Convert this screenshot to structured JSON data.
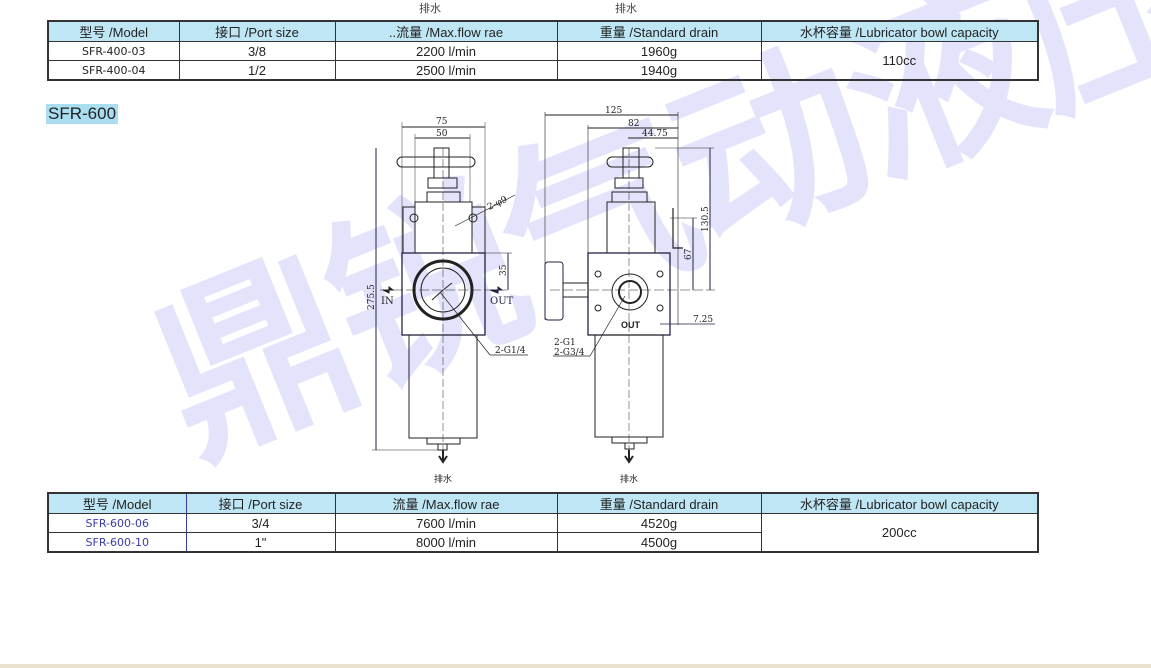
{
  "top_captions": [
    "排水",
    "排水"
  ],
  "headers": [
    "型号 /Model",
    "接口 /Port size",
    "..流量 /Max.flow rae",
    "重量 /Standard drain",
    "水杯容量 /Lubricator bowl capacity"
  ],
  "headers2": [
    "型号 /Model",
    "接口 /Port size",
    "流量 /Max.flow rae",
    "重量 /Standard drain",
    "水杯容量 /Lubricator bowl capacity"
  ],
  "table_400": {
    "rows": [
      [
        "SFR-400-03",
        "3/8",
        "2200 l/min",
        "1960g"
      ],
      [
        "SFR-400-04",
        "1/2",
        "2500 l/min",
        "1940g"
      ]
    ],
    "capacity": "110cc"
  },
  "section_title": "SFR-600",
  "drawing": {
    "dims_left": [
      "75",
      "50",
      "275.5",
      "35",
      "2-φ9",
      "2-G1/4"
    ],
    "in": "IN",
    "out": "OUT",
    "dims_right": [
      "125",
      "82",
      "44.75",
      "130.5",
      "67",
      "7.25",
      "2-G1",
      "2-G3/4"
    ],
    "out_label": "OUT",
    "drain": [
      "排水",
      "排水"
    ]
  },
  "table_600": {
    "rows": [
      [
        "SFR-600-06",
        "3/4",
        "7600 l/min",
        "4520g"
      ],
      [
        "SFR-600-10",
        "1\"",
        "8000 l/min",
        "4500g"
      ]
    ],
    "capacity": "200cc"
  },
  "watermark": "鼎锐气动液压"
}
